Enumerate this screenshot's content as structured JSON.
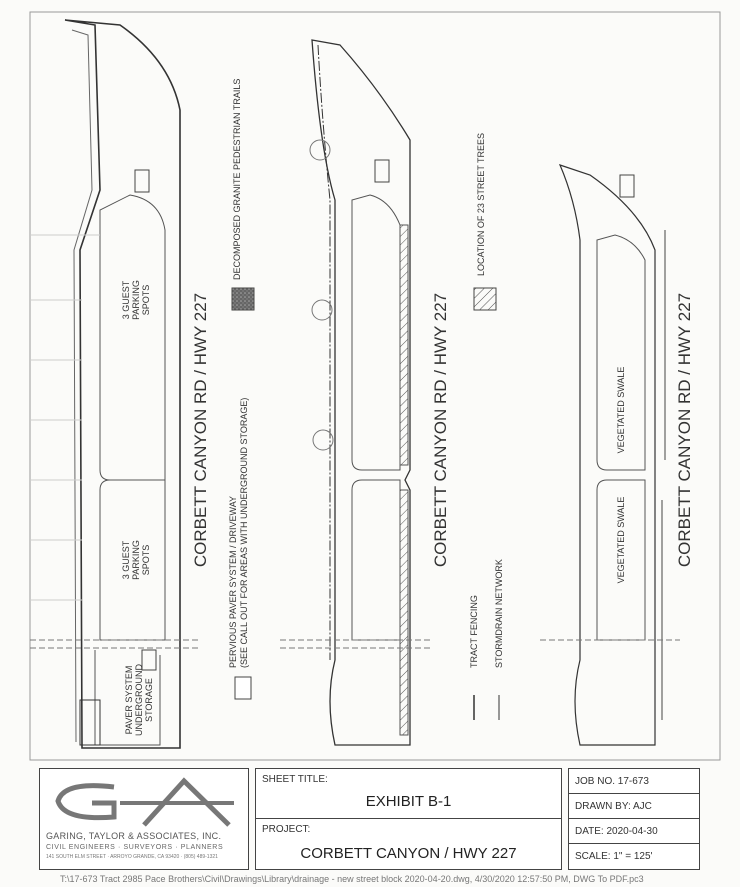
{
  "plan": {
    "road_label": "CORBETT CANYON RD / HWY 227",
    "panel1": {
      "guest_parking_1": [
        "3 GUEST",
        "PARKING",
        "SPOTS"
      ],
      "guest_parking_2": [
        "3 GUEST",
        "PARKING",
        "SPOTS"
      ],
      "paver_storage": [
        "PAVER SYSTEM",
        "UNDERGROUND",
        "STORAGE"
      ]
    },
    "panel3": {
      "swale_1": "VEGETATED SWALE",
      "swale_2": "VEGETATED SWALE"
    }
  },
  "legend": {
    "pervious_paver": [
      "PERVIOUS PAVER SYSTEM / DRIVEWAY",
      "(SEE CALL OUT FOR AREAS WITH UNDERGROUND STORAGE)"
    ],
    "decomposed_granite": "DECOMPOSED GRANITE PEDESTRIAN TRAILS",
    "street_trees": "LOCATION OF 23 STREET TREES",
    "tract_fencing": "TRACT FENCING",
    "stormdrain": "STORMDRAIN NETWORK"
  },
  "title_block": {
    "company": "GARING, TAYLOR & ASSOCIATES, INC.",
    "company_sub": "CIVIL ENGINEERS · SURVEYORS · PLANNERS",
    "company_addr": "141 SOUTH ELM STREET · ARROYO GRANDE, CA 93420 · (805) 489-1321",
    "logo_text": "GTA",
    "sheet_title_label": "SHEET TITLE:",
    "sheet_title": "EXHIBIT B-1",
    "project_label": "PROJECT:",
    "project": "CORBETT CANYON / HWY 227",
    "job_no": "JOB NO. 17-673",
    "drawn_by": "DRAWN BY: AJC",
    "date": "DATE: 2020-04-30",
    "scale": "SCALE: 1\" = 125'"
  },
  "footer_path": "T:\\17-673 Tract 2985 Pace Brothers\\Civil\\Drawings\\Library\\drainage - new street block 2020-04-20.dwg, 4/30/2020 12:57:50 PM, DWG To PDF.pc3"
}
